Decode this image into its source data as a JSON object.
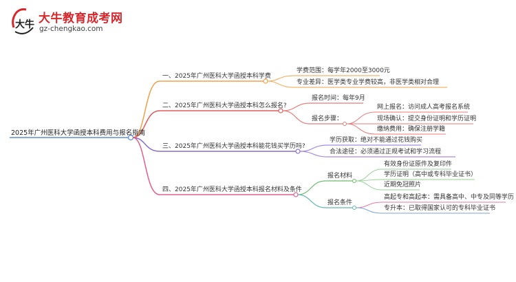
{
  "brand": {
    "name": "大牛教育成考网",
    "url": "gz-chengkao.com",
    "logo_chars": "大牛"
  },
  "mindmap": {
    "root": "2025年广州医科大学函授本科费用与报名指南",
    "branches": [
      {
        "label": "一、2025年广州医科大学函授本科学费",
        "color": "#f0a04b",
        "children": [
          {
            "label": "学费范围：每学年2000至3000元",
            "children": []
          },
          {
            "label": "专业差异：医学类专业学费较高，非医学类相对合理",
            "children": []
          }
        ]
      },
      {
        "label": "二、2025年广州医科大学函授本科怎么报名?",
        "color": "#e05a5a",
        "children": [
          {
            "label": "报名时间：每年9月",
            "children": []
          },
          {
            "label": "报名步骤：",
            "children": [
              {
                "label": "网上报名：访问成人高考报名系统"
              },
              {
                "label": "现场确认：提交身份证明和学历证明"
              },
              {
                "label": "缴纳费用：确保注册学籍"
              }
            ]
          }
        ]
      },
      {
        "label": "三、2025年广州医科大学函授本科能花钱买学历吗?",
        "color": "#8a6bc9",
        "children": [
          {
            "label": "学历获取：绝对不能通过花钱购买",
            "children": []
          },
          {
            "label": "合法途径：必须通过正规考试和学习流程",
            "children": []
          }
        ]
      },
      {
        "label": "四、2025年广州医科大学函授本科报名材料及条件",
        "color": "#e0608a",
        "children": [
          {
            "label": "报名材料",
            "children": [
              {
                "label": "有效身份证原件及复印件"
              },
              {
                "label": "学历证明（高中或专科毕业证书）"
              },
              {
                "label": "近期免冠照片"
              }
            ]
          },
          {
            "label": "报名条件",
            "children": [
              {
                "label": "高起专和高起本：需具备高中、中专及同等学历"
              },
              {
                "label": "专升本：已取得国家认可的专科毕业证书"
              }
            ]
          }
        ]
      }
    ]
  },
  "colors": {
    "root_line": "#5b8fd6",
    "sub_green": "#6dbb6d",
    "sub_green_light": "#9ad19a",
    "sub_orange": "#f2b46b",
    "sub_red": "#e87b7b",
    "sub_purple": "#a68be0",
    "sub_teal": "#5fb7b0",
    "sub_pink": "#e77ba0",
    "sub_blue": "#7aa3df"
  }
}
